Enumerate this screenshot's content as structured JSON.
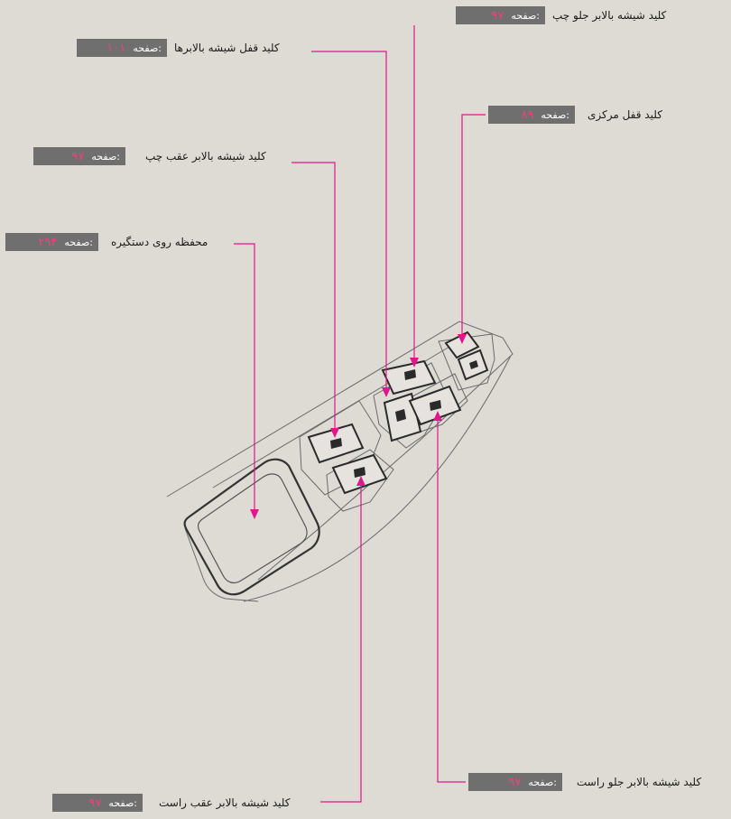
{
  "colors": {
    "background": "#dedbd5",
    "leader": "#e0168c",
    "badge": "#6f6f6f",
    "page_number": "#e8467c"
  },
  "page_prefix": "صفحه:",
  "callouts": [
    {
      "id": "front-left-window",
      "label": "کلید شیشه بالابر جلو چپ",
      "page": "۹۷"
    },
    {
      "id": "window-lock",
      "label": "کلید قفل شیشه بالابرها",
      "page": "۱۰۱"
    },
    {
      "id": "central-lock",
      "label": "کلید قفل مرکزی",
      "page": "۸۹"
    },
    {
      "id": "rear-left-window",
      "label": "کلید شیشه بالابر عقب چپ",
      "page": "۹۷"
    },
    {
      "id": "handle-compartment",
      "label": "محفظه روی دستگیره",
      "page": "۲۹۴"
    },
    {
      "id": "front-right-window",
      "label": "کلید شیشه بالابر جلو  راست",
      "page": "۹۷"
    },
    {
      "id": "rear-right-window",
      "label": "کلید شیشه بالابر عقب راست",
      "page": "۹۷"
    }
  ]
}
